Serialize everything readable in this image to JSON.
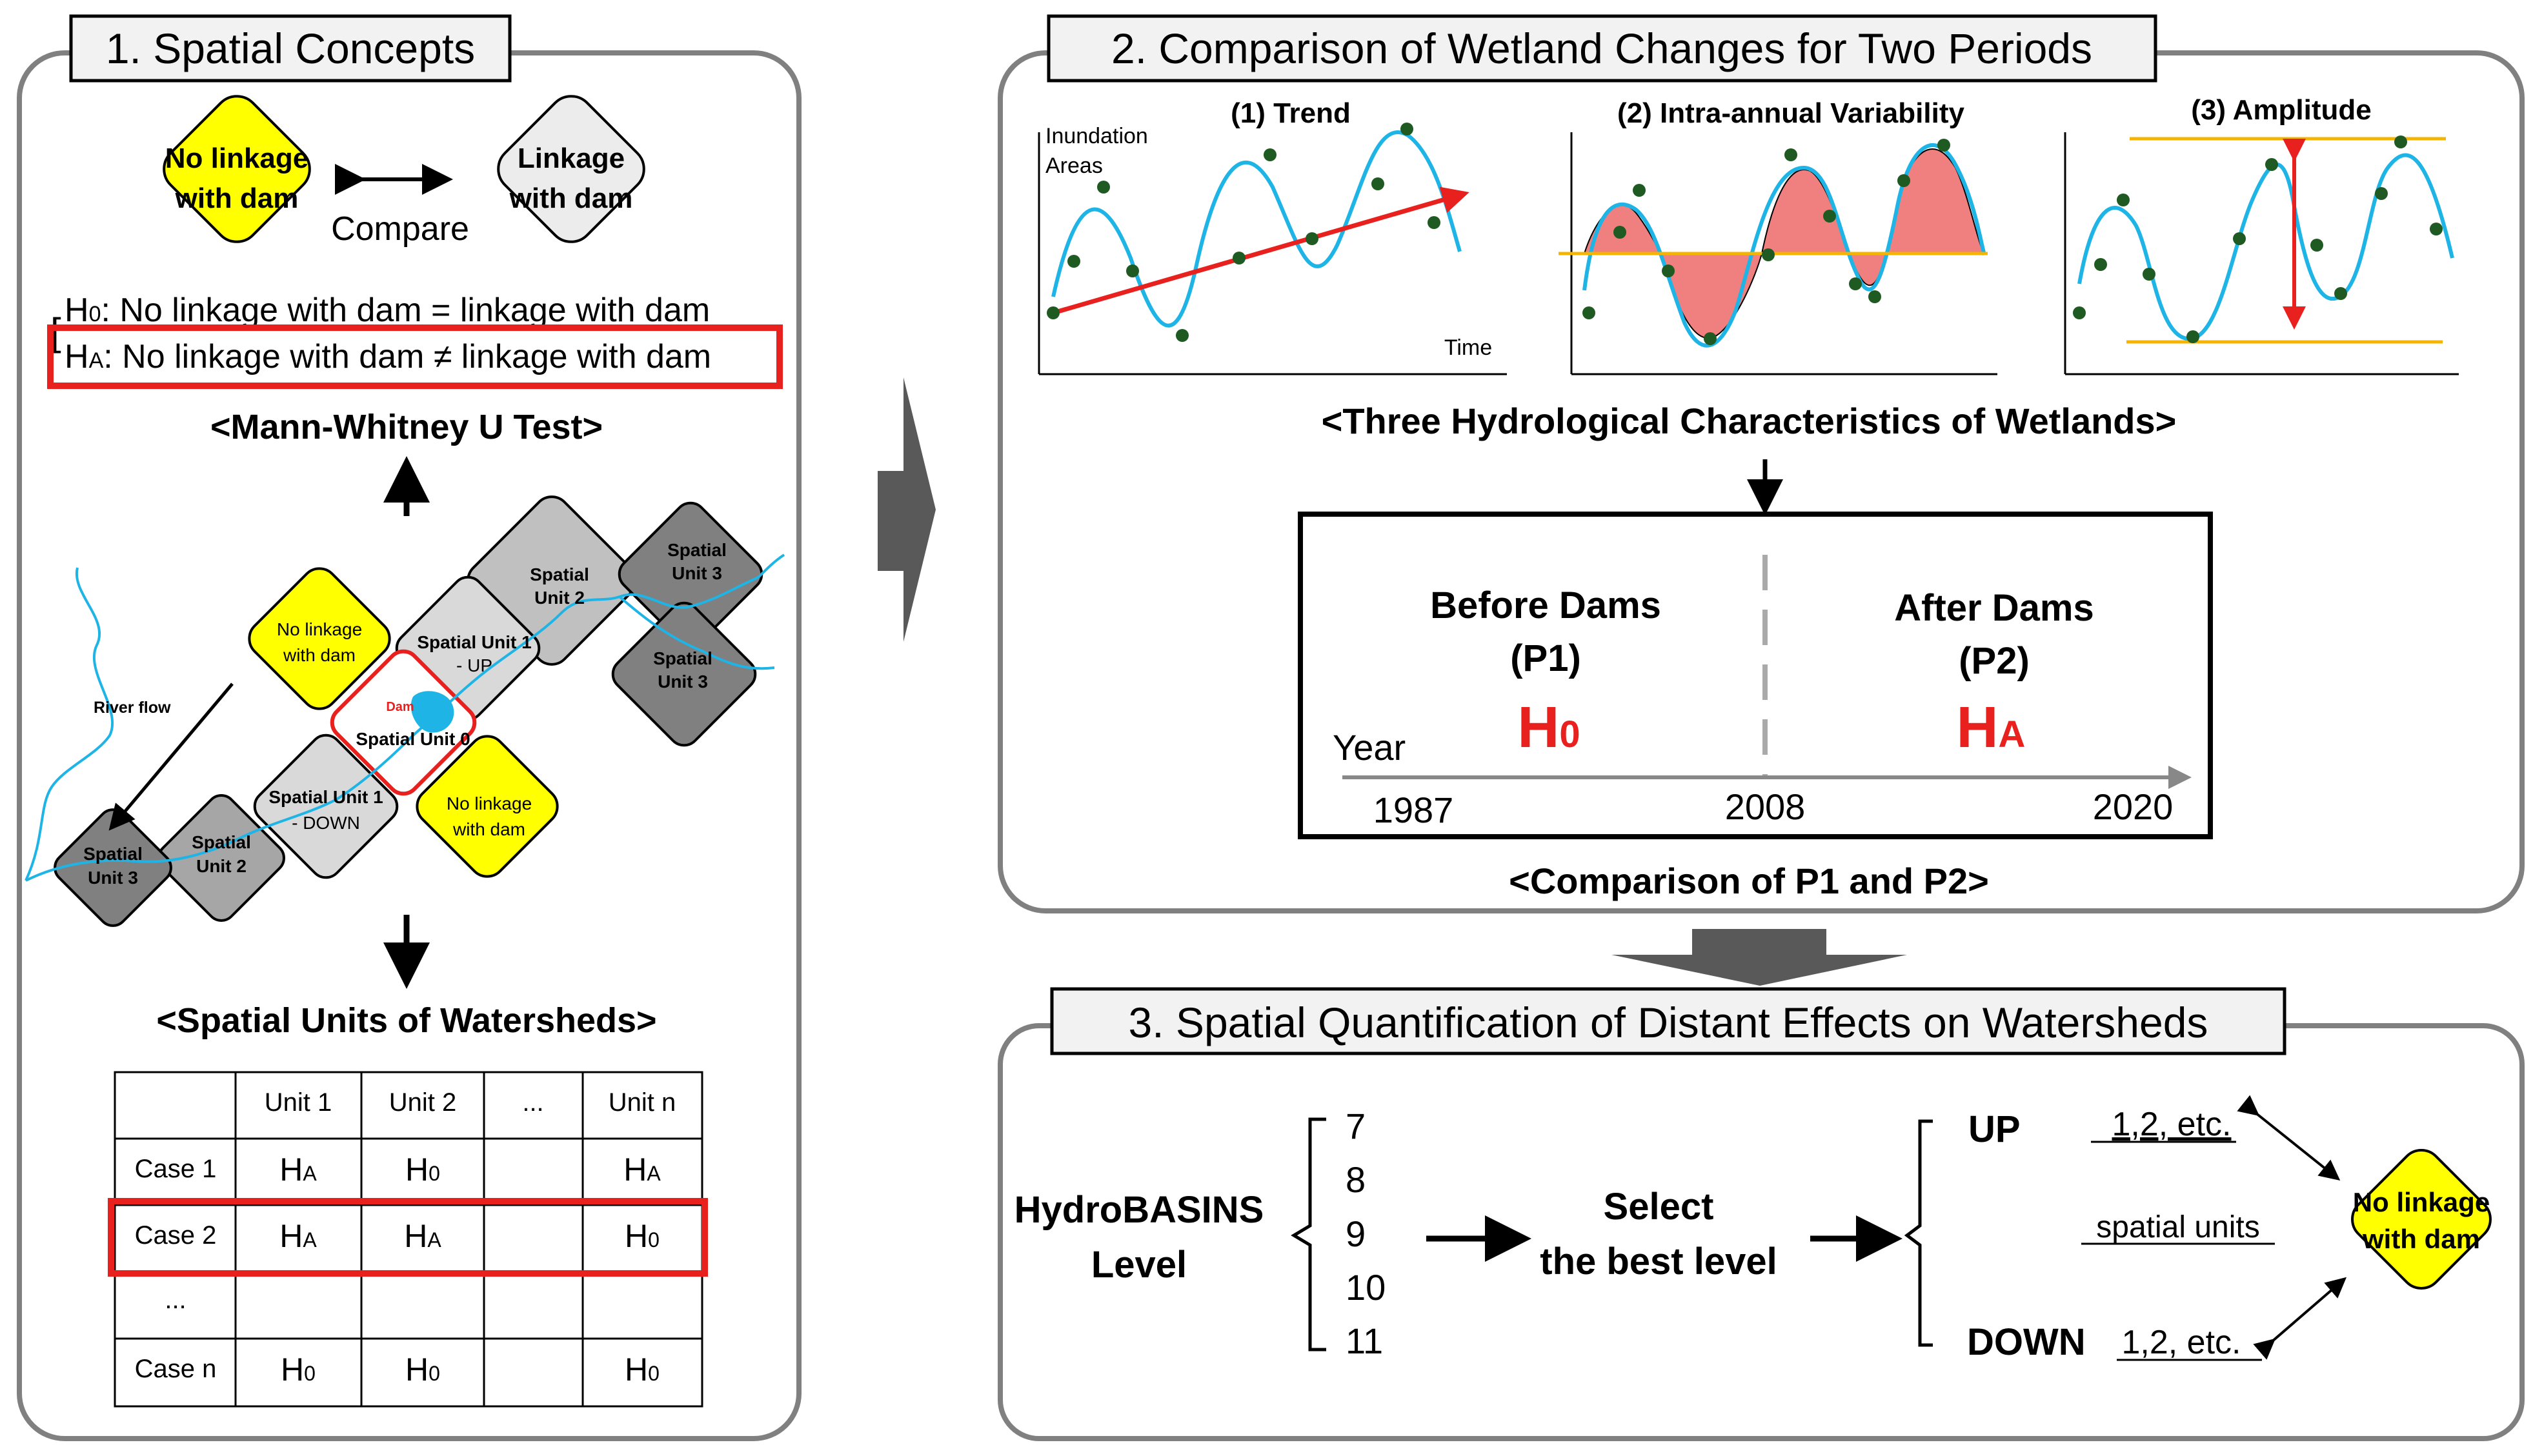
{
  "panel1": {
    "title": "1. Spatial Concepts",
    "no_linkage_l1": "No linkage",
    "no_linkage_l2": "with dam",
    "linkage_l1": "Linkage",
    "linkage_l2": "with dam",
    "compare": "Compare",
    "h0_prefix": "H",
    "h0_sub": "0",
    "h0_text": ": No linkage with dam = linkage with dam",
    "ha_prefix": "H",
    "ha_sub": "A",
    "ha_text": ": No linkage with dam ≠ linkage with dam",
    "test_label": "<Mann-Whitney U Test>",
    "map": {
      "river_flow": "River flow",
      "dam": "Dam",
      "unit0": "Spatial Unit 0",
      "unit1_up_l1": "Spatial Unit 1",
      "unit1_up_l2": "- UP",
      "unit1_down_l1": "Spatial Unit 1",
      "unit1_down_l2": "- DOWN",
      "unit2": "Spatial",
      "unit2b": "Unit 2",
      "unit3": "Spatial",
      "unit3b": "Unit 3",
      "nolink_l1": "No linkage",
      "nolink_l2": "with dam"
    },
    "units_label": "<Spatial Units of Watersheds>",
    "table": {
      "headers": [
        "",
        "Unit 1",
        "Unit 2",
        "...",
        "Unit n"
      ],
      "rows": [
        [
          "Case 1",
          "HA",
          "H0",
          "",
          "HA"
        ],
        [
          "Case 2",
          "HA",
          "HA",
          "",
          "H0"
        ],
        [
          "...",
          "",
          "",
          "",
          ""
        ],
        [
          "Case n",
          "H0",
          "H0",
          "",
          "H0"
        ]
      ]
    }
  },
  "panel2": {
    "title": "2. Comparison of Wetland Changes for Two Periods",
    "chart1_title": "(1) Trend",
    "chart1_ylabel_l1": "Inundation",
    "chart1_ylabel_l2": "Areas",
    "chart1_xlabel": "Time",
    "chart2_title": "(2) Intra-annual Variability",
    "chart3_title": "(3) Amplitude",
    "characteristics_label": "<Three Hydrological Characteristics of Wetlands>",
    "before_l1": "Before Dams",
    "before_l2": "(P1)",
    "after_l1": "After Dams",
    "after_l2": "(P2)",
    "year_label": "Year",
    "h0_big": "H",
    "h0_big_sub": "0",
    "ha_big": "H",
    "ha_big_sub": "A",
    "year_start": "1987",
    "year_mid": "2008",
    "year_end": "2020",
    "comparison_label": "<Comparison of P1 and P2>"
  },
  "panel3": {
    "title": "3. Spatial Quantification of Distant Effects on Watersheds",
    "hydro_l1": "HydroBASINS",
    "hydro_l2": "Level",
    "levels": [
      "7",
      "8",
      "9",
      "10",
      "11"
    ],
    "select_l1": "Select",
    "select_l2": "the best level",
    "up": "UP",
    "down": "DOWN",
    "up_units": "1,2, etc.",
    "down_units": "1,2, etc.",
    "spatial_units": "spatial units",
    "nolink_l1": "No linkage",
    "nolink_l2": "with dam"
  },
  "colors": {
    "yellow": "#ffff00",
    "red": "#e8201e",
    "river": "#1eb4e6",
    "point": "#1f5a22",
    "fill": "#f08080",
    "orange": "#f5b400"
  }
}
